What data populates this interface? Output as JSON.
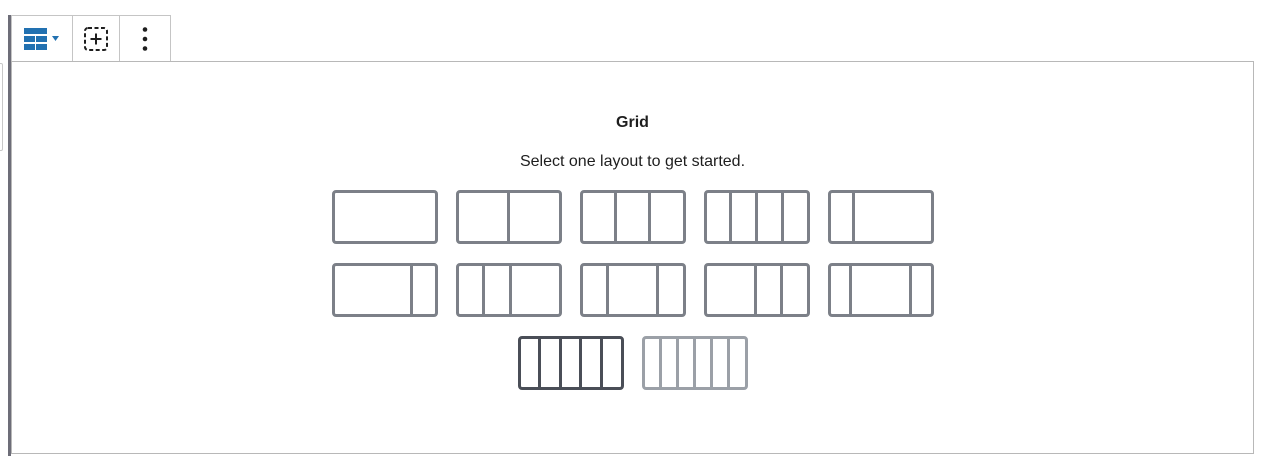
{
  "toolbar": {
    "buttons": [
      {
        "name": "block-type",
        "icon": "grid-layout-icon"
      },
      {
        "name": "add-block",
        "icon": "add-square-icon"
      },
      {
        "name": "more-options",
        "icon": "vertical-ellipsis-icon"
      }
    ]
  },
  "block": {
    "title": "Grid",
    "subtitle": "Select one layout to get started."
  },
  "layouts": [
    {
      "cols": [
        1
      ]
    },
    {
      "cols": [
        1,
        1
      ]
    },
    {
      "cols": [
        1,
        1,
        1
      ]
    },
    {
      "cols": [
        1,
        1,
        1,
        1
      ]
    },
    {
      "cols": [
        1,
        3.5
      ]
    },
    {
      "cols": [
        3.5,
        1
      ]
    },
    {
      "cols": [
        1,
        1,
        2
      ]
    },
    {
      "cols": [
        1,
        2,
        1
      ]
    },
    {
      "cols": [
        2,
        1,
        1
      ]
    },
    {
      "cols": [
        1,
        3,
        1
      ]
    },
    {
      "cols": [
        1,
        1,
        1,
        1,
        1
      ],
      "state": "selected"
    },
    {
      "cols": [
        1,
        1,
        1,
        1,
        1,
        1
      ],
      "state": "light"
    }
  ],
  "colors": {
    "accent": "#2271b1",
    "option_border": "#7c8088",
    "selected_border": "#4a4e57",
    "light_border": "#9ba0a7"
  }
}
